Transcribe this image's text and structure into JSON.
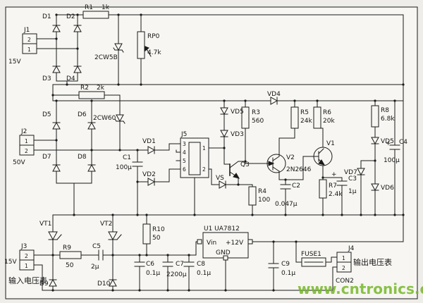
{
  "colors": {
    "wire": "#1a1a1a",
    "background": "#efede9",
    "panel": "#f7f6f2",
    "watermark": "#76b82a"
  },
  "watermark": "www.cntronics.com",
  "connectors": {
    "j1": {
      "name": "J1",
      "pin_top": "2",
      "pin_bottom": "1",
      "voltage": "15V"
    },
    "j2": {
      "name": "J2",
      "pin_top": "1",
      "pin_bottom": "2",
      "voltage": "50V"
    },
    "j3": {
      "name": "J3",
      "pin_top": "2",
      "pin_bottom": "1",
      "voltage": "15V",
      "caption": "输入电压表"
    },
    "j4": {
      "name": "J4",
      "pin_top": "1",
      "pin_bottom": "2",
      "sub": "CON2",
      "caption": "输出电压表"
    },
    "j5": {
      "name": "J5",
      "pins_left": [
        "3",
        "4",
        "5",
        "6"
      ],
      "pins_right": [
        "1",
        "2"
      ]
    }
  },
  "ic": {
    "u1": {
      "label": "U1 UA7812",
      "pin_in": "Vin",
      "pin_out": "+12V",
      "pin_gnd": "GND"
    }
  },
  "resistors": {
    "r1": {
      "name": "R1",
      "value": "1k"
    },
    "r2": {
      "name": "R2",
      "value": "2k"
    },
    "r3": {
      "name": "R3",
      "value": "560"
    },
    "r4": {
      "name": "R4",
      "value": "100"
    },
    "r5": {
      "name": "R5",
      "value": "24k"
    },
    "r6": {
      "name": "R6",
      "value": "20k"
    },
    "r7": {
      "name": "R7",
      "value": "2.4k"
    },
    "r8": {
      "name": "R8",
      "value": "6.8k"
    },
    "r9": {
      "name": "R9",
      "value": "50"
    },
    "r10": {
      "name": "R10",
      "value": "50"
    },
    "rp0": {
      "name": "RP0",
      "value": "4.7k"
    }
  },
  "capacitors": {
    "c1": {
      "name": "C1",
      "value": "100μ"
    },
    "c2": {
      "name": "C2",
      "value": "0.047μ"
    },
    "c3": {
      "name": "C3",
      "value": "1μ"
    },
    "c4": {
      "name": "C4",
      "value": "100μ"
    },
    "c5": {
      "name": "C5",
      "value": "2μ"
    },
    "c6": {
      "name": "C6",
      "value": "0.1μ"
    },
    "c7": {
      "name": "C7",
      "value": "2200μ"
    },
    "c8": {
      "name": "C8",
      "value": "0.1μ"
    },
    "c9": {
      "name": "C9",
      "value": "0.1μ"
    },
    "plus": "+"
  },
  "diodes": {
    "d1": "D1",
    "d2": "D2",
    "d3": "D3",
    "d4": "D4",
    "d5": "D5",
    "d6": "D6",
    "d7": "D7",
    "d8": "D8",
    "d9": "D9",
    "d10": "D10",
    "vd1": "VD1",
    "vd2": "VD2",
    "vd3": "VD3",
    "vd4": "VD4",
    "vd5_mid": "VD5",
    "vd5_right": "VD5",
    "vd6": "VD6",
    "vd7": "VD7",
    "vs": "VS"
  },
  "zeners": {
    "z1": "2CW5B",
    "z2": "2CW60"
  },
  "transistors": {
    "q3": "Q3",
    "v1": "V1",
    "v2": {
      "name": "V2",
      "type": "2N2646"
    }
  },
  "thyristors": {
    "vt1": "VT1",
    "vt2": "VT2"
  },
  "fuse": {
    "name": "FUSE1"
  }
}
